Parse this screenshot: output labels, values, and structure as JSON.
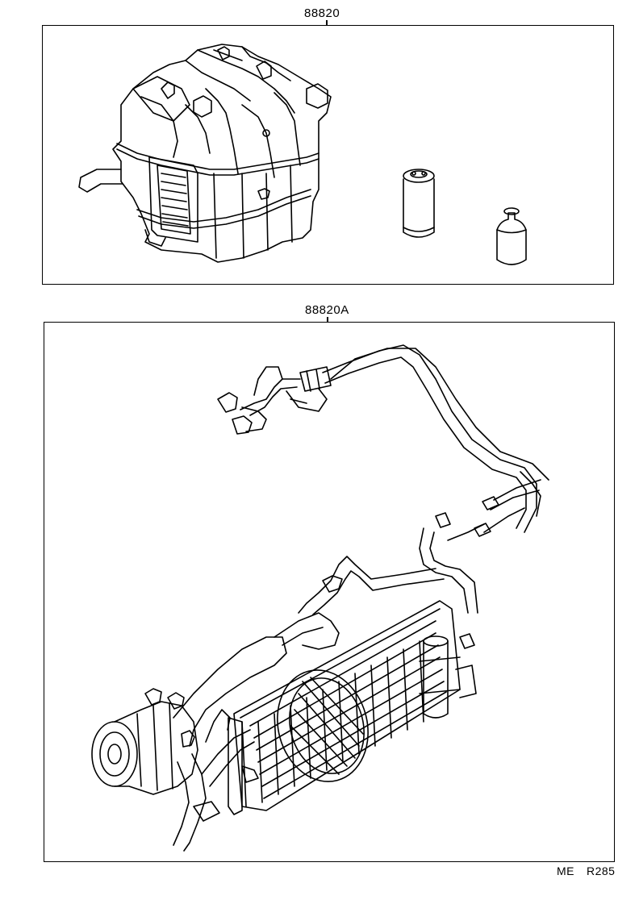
{
  "assemblies": [
    {
      "part_number": "88820"
    },
    {
      "part_number": "88820A"
    }
  ],
  "footer": {
    "code_left": "ME",
    "code_right": "R285"
  }
}
